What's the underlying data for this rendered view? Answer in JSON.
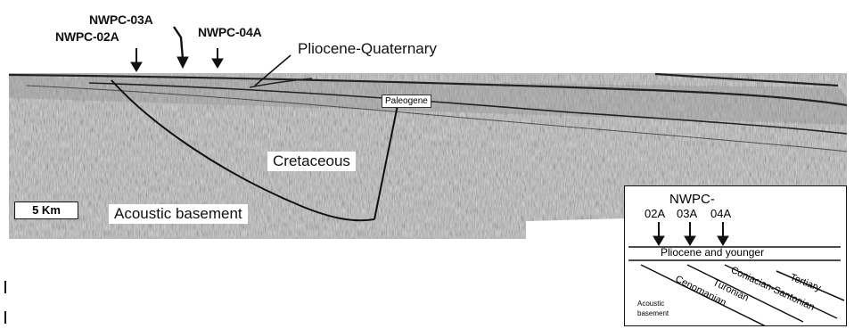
{
  "section": {
    "wells": [
      "NWPC-02A",
      "NWPC-03A",
      "NWPC-04A"
    ],
    "units": {
      "pliocene_quaternary": "Pliocene-Quaternary",
      "paleogene": "Paleogene",
      "cretaceous": "Cretaceous",
      "acoustic_basement": "Acoustic basement"
    },
    "scale": "5 Km"
  },
  "inset": {
    "title": "NWPC-",
    "wells": [
      "02A",
      "03A",
      "04A"
    ],
    "top_unit": "Pliocene and younger",
    "tertiary": "Tertiary",
    "coniacian_santonian": "Coniacian-Santonian",
    "turonian": "Turonian",
    "cenomanian": "Cenomanian",
    "acoustic_basement": "Acoustic basement"
  }
}
